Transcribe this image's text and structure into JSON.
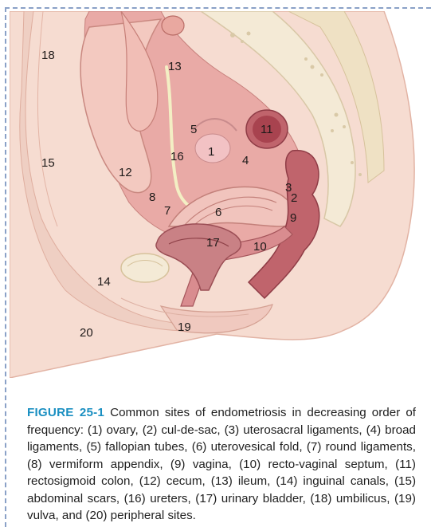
{
  "figure": {
    "labels": [
      {
        "id": "18",
        "text": "18"
      },
      {
        "id": "13",
        "text": "13"
      },
      {
        "id": "11",
        "text": "11"
      },
      {
        "id": "5",
        "text": "5"
      },
      {
        "id": "1",
        "text": "1"
      },
      {
        "id": "16",
        "text": "16"
      },
      {
        "id": "4",
        "text": "4"
      },
      {
        "id": "15",
        "text": "15"
      },
      {
        "id": "12",
        "text": "12"
      },
      {
        "id": "3",
        "text": "3"
      },
      {
        "id": "2",
        "text": "2"
      },
      {
        "id": "8",
        "text": "8"
      },
      {
        "id": "7",
        "text": "7"
      },
      {
        "id": "6",
        "text": "6"
      },
      {
        "id": "9",
        "text": "9"
      },
      {
        "id": "17",
        "text": "17"
      },
      {
        "id": "10",
        "text": "10"
      },
      {
        "id": "14",
        "text": "14"
      },
      {
        "id": "19",
        "text": "19"
      },
      {
        "id": "20",
        "text": "20"
      }
    ],
    "colors": {
      "skin": "#f6dcd1",
      "skin_dark": "#ecc0b1",
      "cavity": "#d88a8a",
      "organ": "#c0646c",
      "organ_dark": "#a8434f",
      "bone": "#f4ead6",
      "ureter": "#f3efc4"
    }
  },
  "caption": {
    "figure_label": "FIGURE 25-1",
    "text": " Common sites of endometriosis in decreasing order of frequency: (1) ovary, (2) cul-de-sac, (3) uterosacral ligaments, (4) broad ligaments, (5) fallopian tubes, (6) uterovesical fold, (7) round ligaments, (8) vermiform appendix, (9) vagina, (10) recto-vaginal septum, (11) rectosigmoid colon, (12) cecum, (13) ileum, (14) inguinal canals, (15) abdominal scars, (16) ureters, (17) urinary bladder, (18) umbilicus, (19) vulva, and (20) peripheral sites."
  }
}
